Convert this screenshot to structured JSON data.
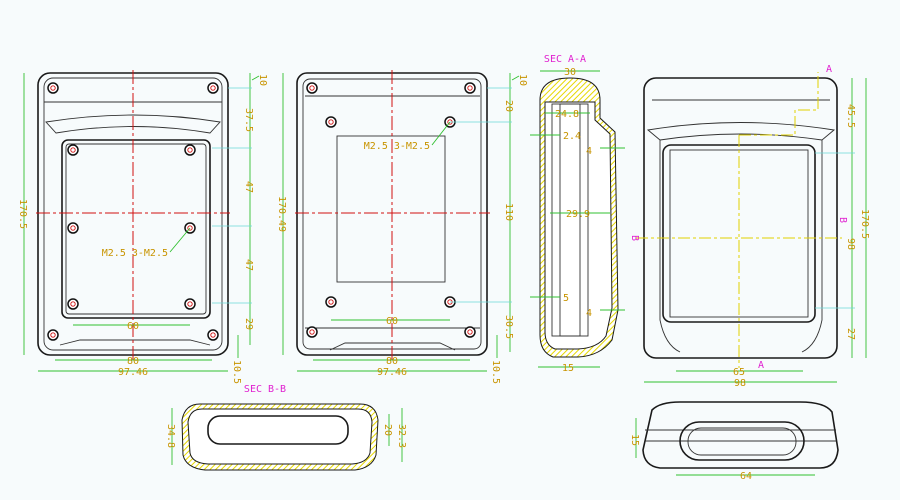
{
  "colors": {
    "outline": "#1a1a1a",
    "centerline_red": "#d01010",
    "centerline_yellow": "#e0d000",
    "dimension_line": "#30c030",
    "dimension_text": "#c89400",
    "section_text": "#e020d0"
  },
  "front_view": {
    "overall_height": "170.5",
    "top_offset": "10",
    "seg1": "37.5",
    "seg2": "47",
    "seg3": "47",
    "seg4": "29",
    "bottom_offset": "10.5",
    "hole_spacing": "60",
    "screw_spacing": "80",
    "overall_width": "97.46",
    "screw_note": "M2.5 3-M2.5"
  },
  "inner_view": {
    "overall_height": "170.49",
    "top_offset": "10",
    "seg1": "20",
    "seg2": "110",
    "seg3": "30.5",
    "bottom_offset": "10.5",
    "hole_spacing": "60",
    "screw_spacing": "80",
    "overall_width": "97.46",
    "screw_note": "M2.5 3-M2.5"
  },
  "section_a": {
    "title": "SEC A-A",
    "top_width": "30",
    "inner_width": "24.8",
    "wall": "2.4",
    "rib_top": "4",
    "depth": "29.9",
    "lip": "5",
    "rib_bottom": "4",
    "bottom_width": "15"
  },
  "back_view": {
    "seg_top": "45.5",
    "seg_mid": "98",
    "seg_bottom": "27",
    "overall_height": "170.5",
    "window_width": "65",
    "overall_width": "98",
    "marker_a": "A",
    "marker_b": "B"
  },
  "section_b": {
    "title": "SEC B-B",
    "overall_height": "34.8",
    "inner_height": "20",
    "height2": "32.3"
  },
  "end_view": {
    "slot_height": "15",
    "slot_width": "64"
  }
}
